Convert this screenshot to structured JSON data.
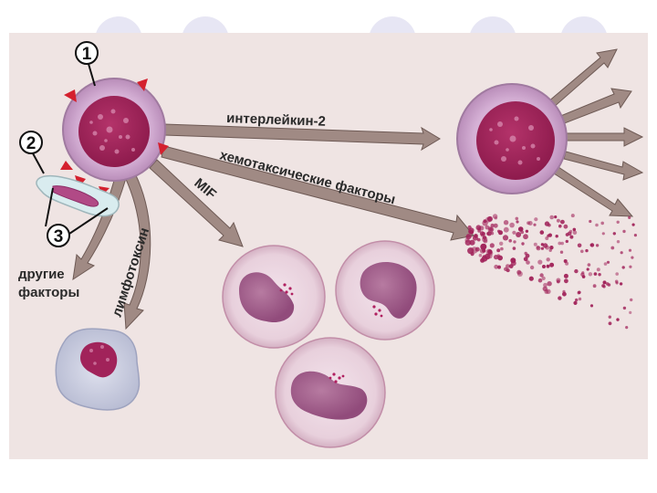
{
  "callouts": {
    "one": "1",
    "two": "2",
    "three": "3"
  },
  "labels": {
    "interleukin": "интерлейкин-2",
    "chemotactic": "хемотаксические факторы",
    "mif": "MIF",
    "lymphotoxin": "лимфотоксин",
    "other_line1": "другие",
    "other_line2": "факторы"
  },
  "colors": {
    "panel": "#efe4e3",
    "arrow": "#a08a84",
    "arrow_edge": "#6e5a55",
    "nucleus": "#a1235a",
    "cell_body": "#cfa6cf",
    "macrophage_body": "#e2c9d4",
    "macrophage_nucleus": "#a55e8a",
    "target_body": "#c9cde0",
    "receptor": "#d4202e"
  }
}
